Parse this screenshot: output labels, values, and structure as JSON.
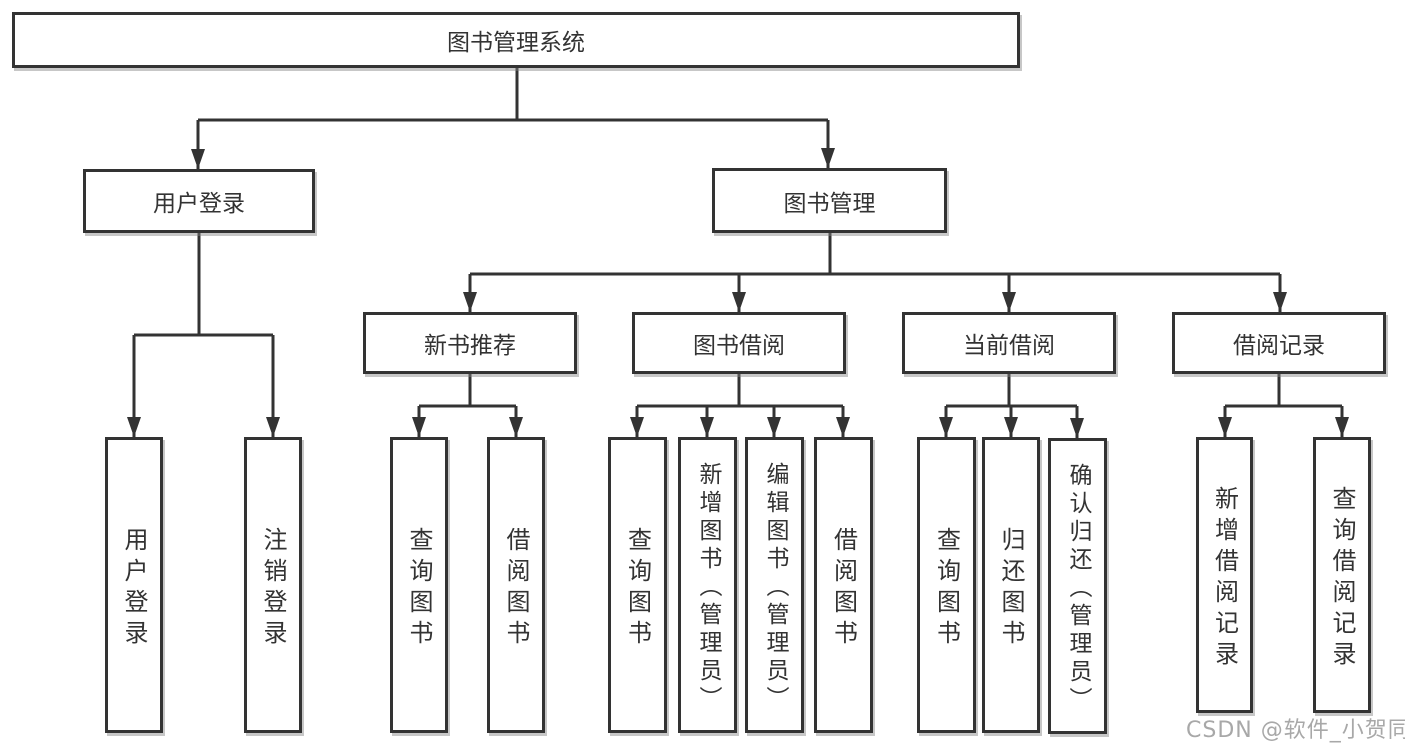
{
  "diagram_type": "hierarchy-tree",
  "colors": {
    "line": "#333333",
    "box_border": "#333333",
    "box_fill": "#ffffff",
    "text": "#333333",
    "watermark": "#a8a8a8"
  },
  "tree": {
    "label": "图书管理系统",
    "children": [
      {
        "label": "用户登录",
        "children": [
          {
            "label": "用户登录"
          },
          {
            "label": "注销登录"
          }
        ]
      },
      {
        "label": "图书管理",
        "children": [
          {
            "label": "新书推荐",
            "children": [
              {
                "label": "查询图书"
              },
              {
                "label": "借阅图书"
              }
            ]
          },
          {
            "label": "图书借阅",
            "children": [
              {
                "label": "查询图书"
              },
              {
                "label": "新增图书（管理员）"
              },
              {
                "label": "编辑图书（管理员）"
              },
              {
                "label": "借阅图书"
              }
            ]
          },
          {
            "label": "当前借阅",
            "children": [
              {
                "label": "查询图书"
              },
              {
                "label": "归还图书"
              },
              {
                "label": "确认归还（管理员）"
              }
            ]
          },
          {
            "label": "借阅记录",
            "children": [
              {
                "label": "新增借阅记录"
              },
              {
                "label": "查询借阅记录"
              }
            ]
          }
        ]
      }
    ]
  },
  "watermark": {
    "text": "CSDN @软件_小贺同学"
  }
}
